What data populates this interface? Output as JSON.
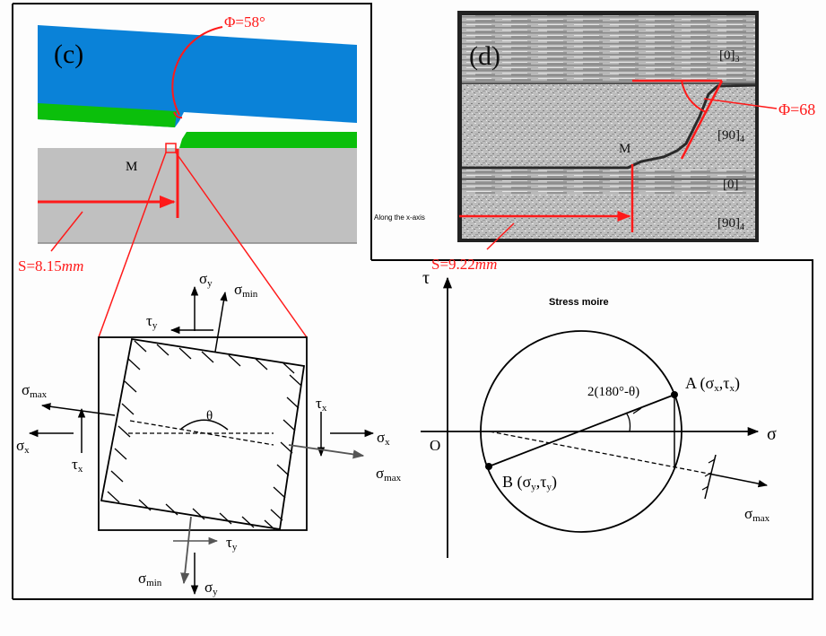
{
  "panel_c": {
    "label": "(c)",
    "phi_label": "Φ=58°",
    "point_label": "M",
    "distance_label_prefix": "S=8.15",
    "distance_label_unit": "mm",
    "colors": {
      "top_layer": "#0a82d8",
      "interface": "#0bbf0b",
      "substrate": "#c0c0c0",
      "annotation": "#ff1a1a"
    }
  },
  "panel_d": {
    "label": "(d)",
    "phi_label": "Φ=68",
    "point_label": "M",
    "axis_note": "Along the x-axis",
    "distance_label_prefix": "S=9.22",
    "distance_label_unit": "mm",
    "layers": [
      {
        "name": "[0]",
        "sub": "3"
      },
      {
        "name": "[90]",
        "sub": "4"
      },
      {
        "name": "[0]",
        "sub": ""
      },
      {
        "name": "[90]",
        "sub": "4"
      }
    ]
  },
  "element": {
    "sigma_y_top": {
      "main": "σ",
      "sub": "y"
    },
    "sigma_min_top": {
      "main": "σ",
      "sub": "min"
    },
    "tau_y_top": {
      "main": "τ",
      "sub": "y"
    },
    "sigma_max_left": {
      "main": "σ",
      "sub": "max"
    },
    "sigma_x_left": {
      "main": "σ",
      "sub": "x"
    },
    "tau_x_left": {
      "main": "τ",
      "sub": "x"
    },
    "theta": "θ",
    "tau_x_right": {
      "main": "τ",
      "sub": "x"
    },
    "sigma_x_right": {
      "main": "σ",
      "sub": "x"
    },
    "sigma_max_right": {
      "main": "σ",
      "sub": "max"
    },
    "tau_y_bottom": {
      "main": "τ",
      "sub": "y"
    },
    "sigma_min_bottom": {
      "main": "σ",
      "sub": "min"
    },
    "sigma_y_bottom": {
      "main": "σ",
      "sub": "y"
    }
  },
  "mohr": {
    "title": "Stress moire",
    "tau_axis": "τ",
    "sigma_axis": "σ",
    "origin": "O",
    "angle_label": "2(180°-θ)",
    "point_a": {
      "name": "A",
      "coord": "(σ",
      "x_sub": "x",
      "sep": ",τ",
      "y_sub": "x",
      "close": ")"
    },
    "point_b": {
      "name": "B",
      "coord": "(σ",
      "x_sub": "y",
      "sep": ",τ",
      "y_sub": "y",
      "close": ")"
    },
    "sigma_max": {
      "main": "σ",
      "sub": "max"
    }
  }
}
